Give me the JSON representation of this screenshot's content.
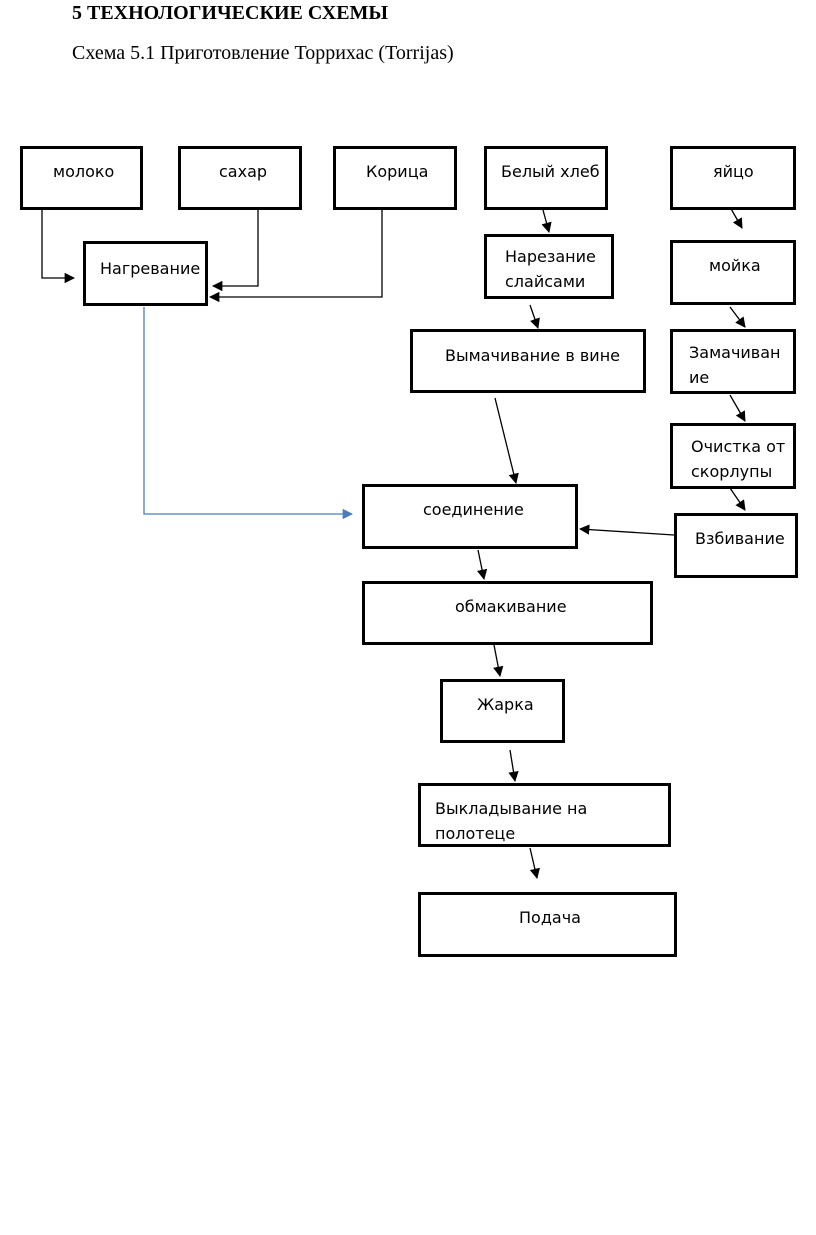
{
  "heading": "5 ТЕХНОЛОГИЧЕСКИЕ СХЕМЫ",
  "subheading": "Схема 5.1 Приготовление Торрихас (Torrijas)",
  "nodes": {
    "milk": "молоко",
    "sugar": "сахар",
    "cinnamon": "Корица",
    "white_bread": "Белый хлеб",
    "egg": "яйцо",
    "heating": "Нагревание",
    "slicing": "Нарезание слайсами",
    "washing": "мойка",
    "soaking_wine": "Вымачивание в вине",
    "soaking": "Замачивание",
    "peeling": "Очистка от скорлупы",
    "combining": "соединение",
    "whisking": "Взбивание",
    "dipping": "обмакивание",
    "frying": "Жарка",
    "plating": "Выкладывание на полотеце",
    "serving": "Подача"
  },
  "colors": {
    "line": "#000000",
    "heating_link": "#4a7eba"
  }
}
